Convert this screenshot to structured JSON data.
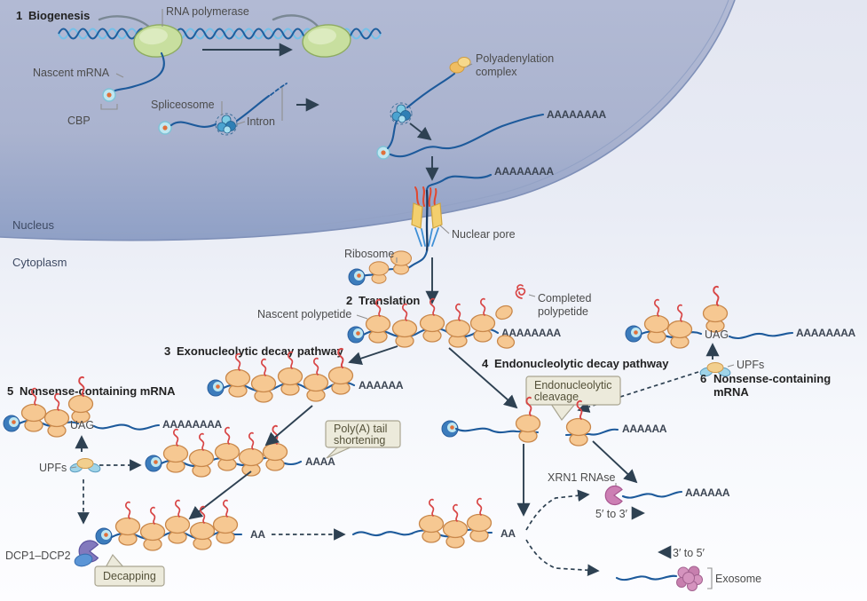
{
  "sections": [
    {
      "num": "1",
      "title": "Biogenesis"
    },
    {
      "num": "2",
      "title": "Translation"
    },
    {
      "num": "3",
      "title": "Exonucleolytic decay pathway"
    },
    {
      "num": "4",
      "title": "Endonucleolytic decay pathway"
    },
    {
      "num": "5",
      "title": "Nonsense-containing mRNA"
    },
    {
      "num": "6",
      "title": "Nonsense-containing"
    }
  ],
  "section6_line2": "mRNA",
  "labels": {
    "rna_polymerase": "RNA polymerase",
    "nascent_mrna": "Nascent mRNA",
    "cbp": "CBP",
    "spliceosome": "Spliceosome",
    "intron": "Intron",
    "polyadenylation_line1": "Polyadenylation",
    "polyadenylation_line2": "complex",
    "nucleus": "Nucleus",
    "cytoplasm": "Cytoplasm",
    "nuclear_pore": "Nuclear pore",
    "ribosome": "Ribosome",
    "completed_line1": "Completed",
    "completed_line2": "polypetide",
    "nascent_polypeptide": "Nascent polypetide",
    "uag": "UAG",
    "upfs": "UPFs",
    "dcp": "DCP1–DCP2",
    "xrn1": "XRN1 RNAse",
    "five_to_three": "5′ to 3′",
    "three_to_five": "3′ to 5′",
    "exosome": "Exosome"
  },
  "callouts": {
    "polya_line1": "Poly(A) tail",
    "polya_line2": "shortening",
    "endo_line1": "Endonucleolytic",
    "endo_line2": "cleavage",
    "decapping": "Decapping"
  },
  "tails": {
    "a8": "AAAAAAAA",
    "a6": "AAAAAA",
    "a4": "AAAA",
    "a2": "AA"
  },
  "colors": {
    "arrow": "#2e4152",
    "mrna": "#1d5a9b",
    "ribosome_fill": "#f6c892",
    "ribo_stroke": "#c9884b",
    "polypeptide": "#d84545",
    "cap_fill": "#bfe7f1",
    "cap_dot": "#e0703a",
    "cap_ring": "#7fc2d6",
    "crescent": "#3c7cbc",
    "dna_dark": "#1e5f9e",
    "dna_light": "#74c0e8",
    "polymerase": "#c8df9f",
    "polymerase_stroke": "#8dab60",
    "pore_body": "#f3cf6e",
    "pore_red": "#e2472e",
    "pore_blue": "#3e8fd6",
    "spliceo_a": "#7ecbe4",
    "spliceo_b": "#2f7fb5",
    "polya_complex": "#f0bd62",
    "upf_blue": "#9fd4e8",
    "upf_tan": "#f2cf8e",
    "dcp_purple": "#8279bd",
    "dcp_blue": "#5b95d6",
    "xrn1_pink": "#cc7fb4",
    "exosome_pink": "#d593be",
    "callout_bg": "#eceadb",
    "callout_text": "#55523a",
    "label": "#4b4b4b",
    "tail_text": "#3c4553"
  }
}
